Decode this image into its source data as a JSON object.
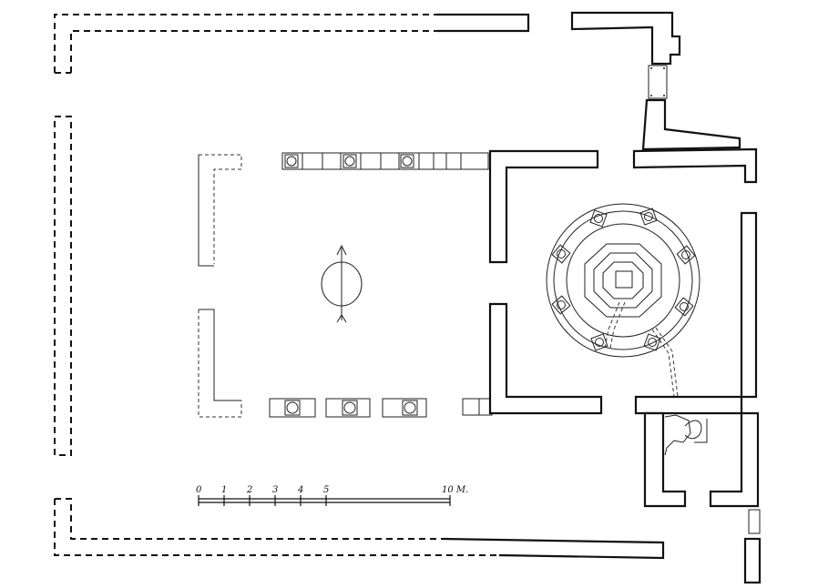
{
  "plan": {
    "colors": {
      "ink": "#111111",
      "paper": "#ffffff"
    },
    "scale_bar": {
      "labels": [
        "0",
        "1",
        "2",
        "3",
        "4",
        "5",
        "10 M."
      ]
    },
    "north_arrow": "north-arrow-icon"
  }
}
